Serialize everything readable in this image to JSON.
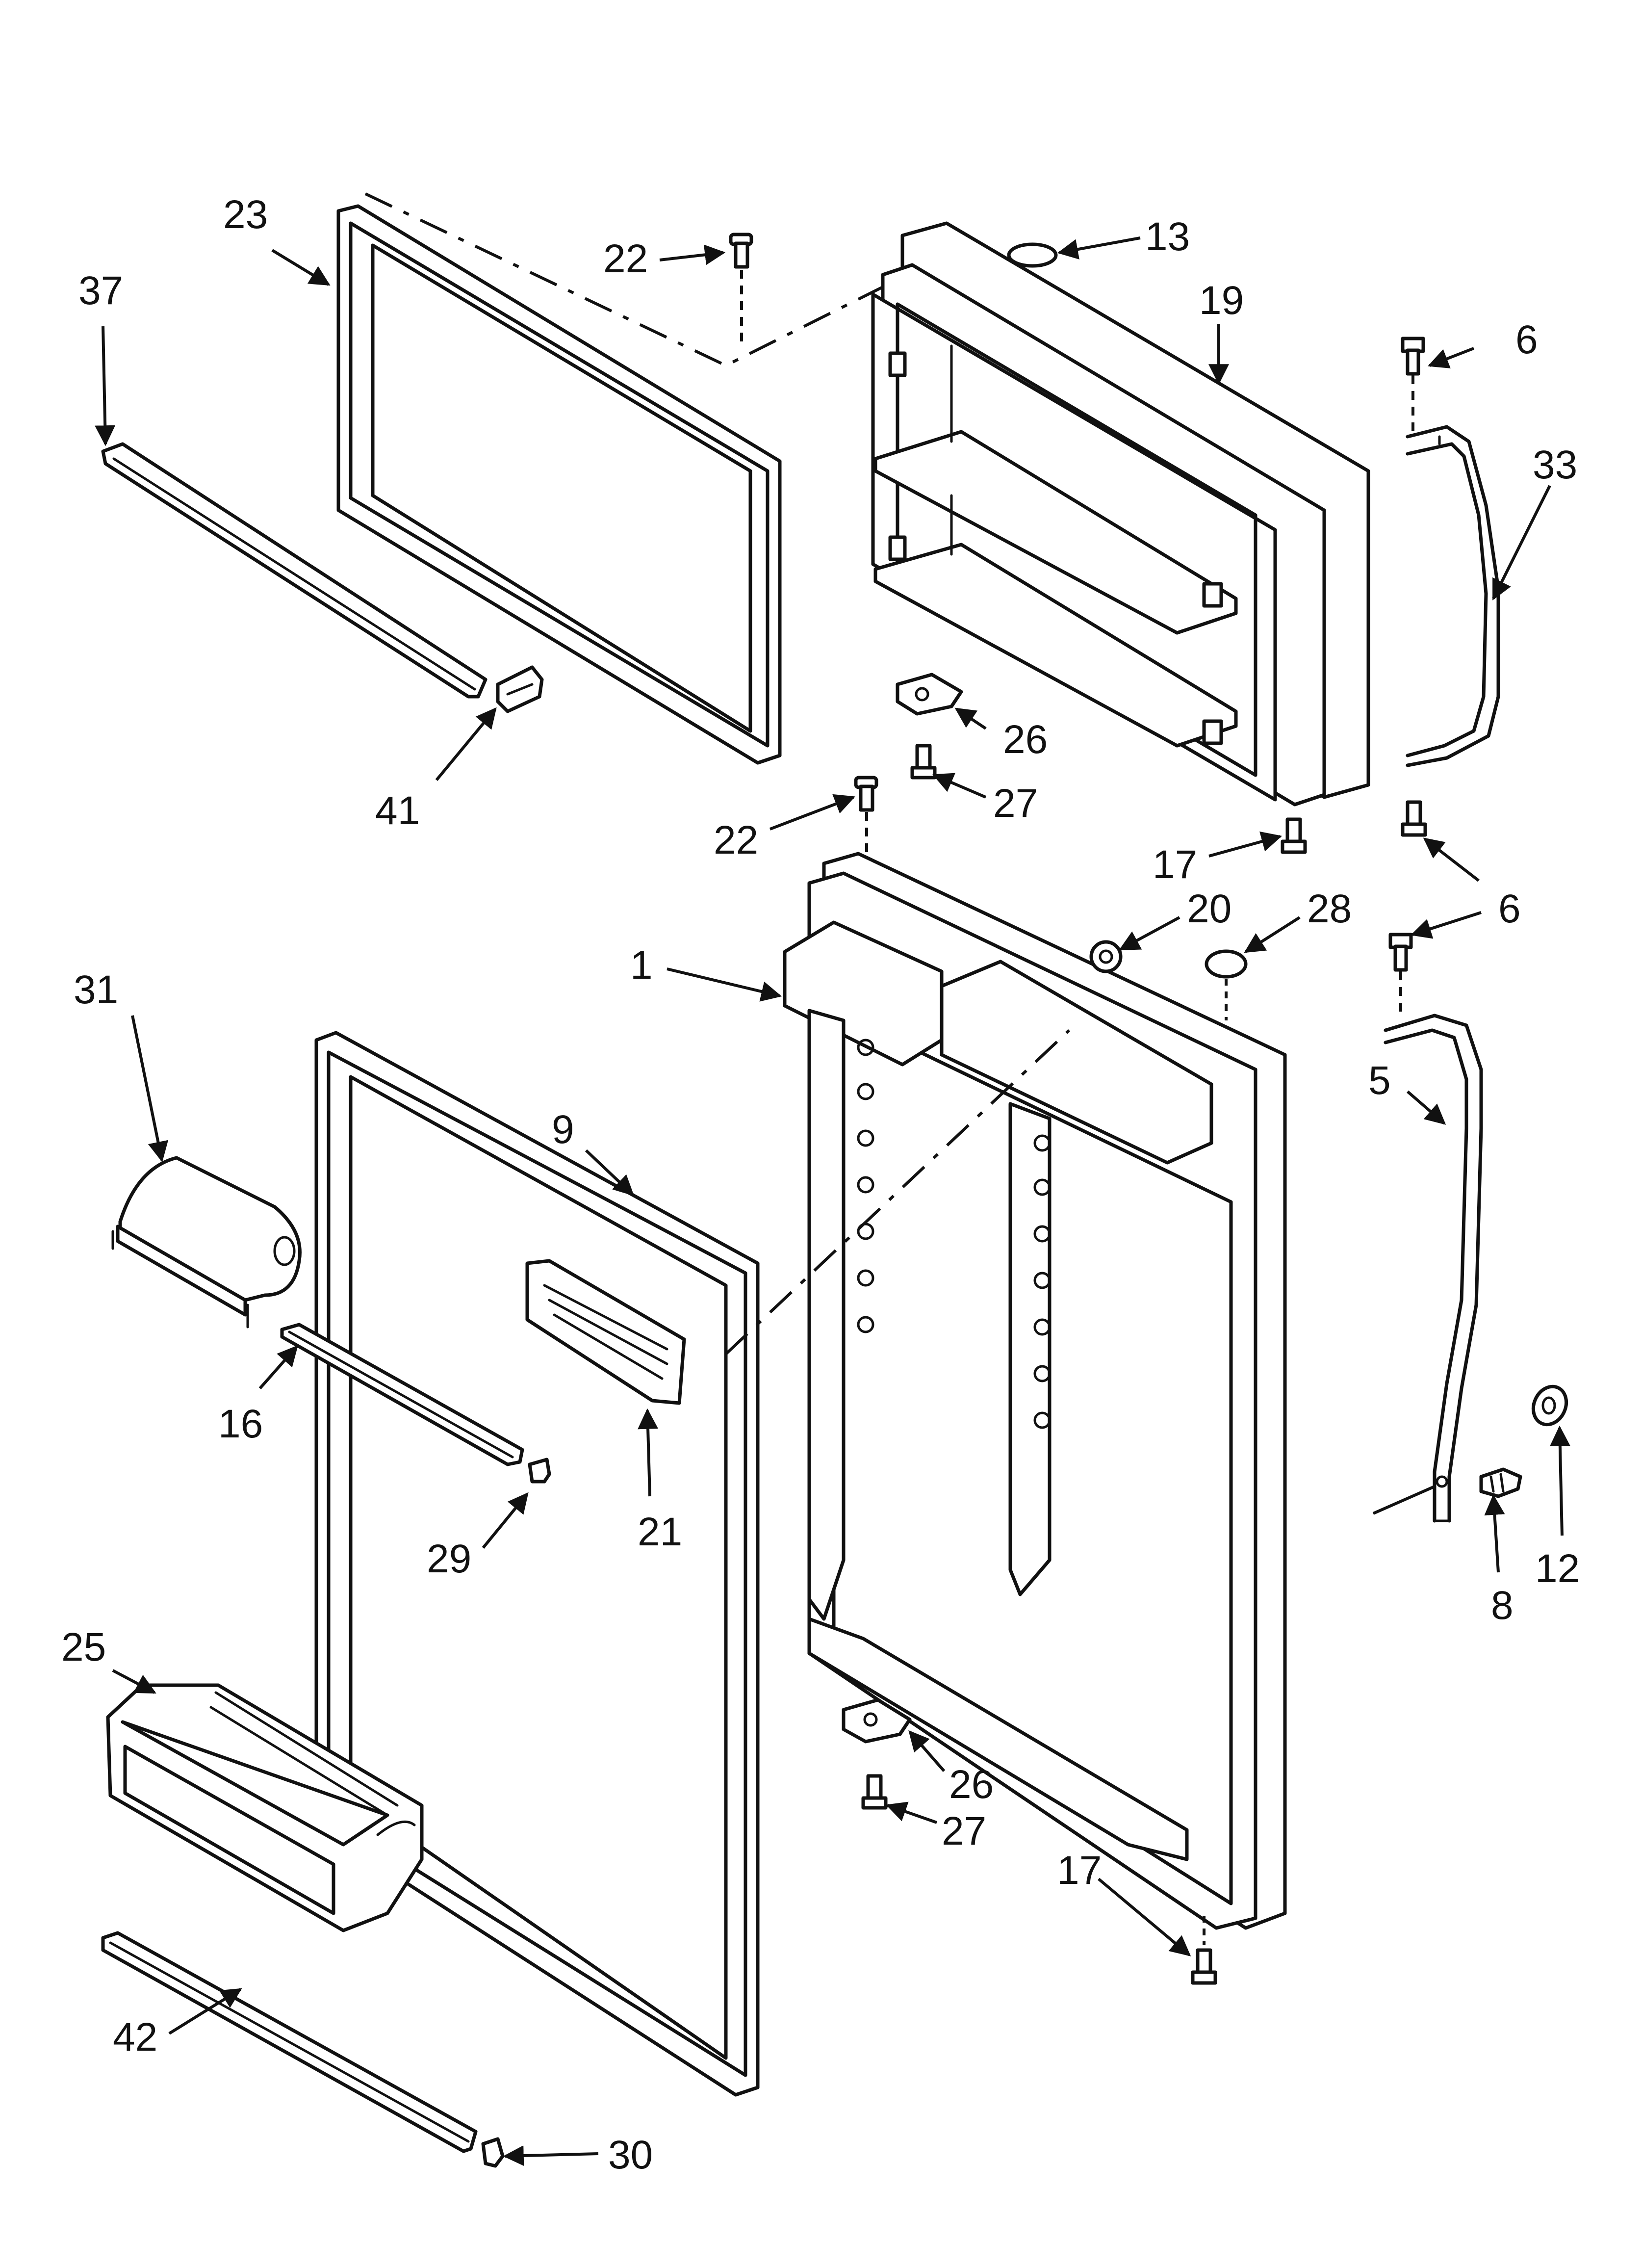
{
  "callouts": {
    "c1": "1",
    "c5": "5",
    "c6a": "6",
    "c6b": "6",
    "c6c": "6",
    "c8": "8",
    "c9": "9",
    "c12": "12",
    "c13": "13",
    "c16": "16",
    "c17a": "17",
    "c17b": "17",
    "c19": "19",
    "c20": "20",
    "c21": "21",
    "c22a": "22",
    "c22b": "22",
    "c23": "23",
    "c25": "25",
    "c26a": "26",
    "c26b": "26",
    "c27a": "27",
    "c27b": "27",
    "c28": "28",
    "c29": "29",
    "c30": "30",
    "c31": "31",
    "c33": "33",
    "c37": "37",
    "c41": "41",
    "c42": "42"
  },
  "parts": [
    {
      "ref": "23",
      "name": "freezer-door-gasket"
    },
    {
      "ref": "19",
      "name": "freezer-door"
    },
    {
      "ref": "1",
      "name": "fresh-food-door"
    },
    {
      "ref": "9",
      "name": "fresh-food-door-gasket"
    },
    {
      "ref": "33",
      "name": "upper-door-handle"
    },
    {
      "ref": "5",
      "name": "lower-door-handle"
    },
    {
      "ref": "25",
      "name": "door-bin"
    },
    {
      "ref": "31",
      "name": "dairy-door"
    },
    {
      "ref": "21",
      "name": "door-shelf-panel"
    },
    {
      "ref": "37",
      "name": "freezer-door-trim"
    },
    {
      "ref": "16",
      "name": "door-shelf-trim"
    },
    {
      "ref": "42",
      "name": "door-bin-trim"
    }
  ]
}
